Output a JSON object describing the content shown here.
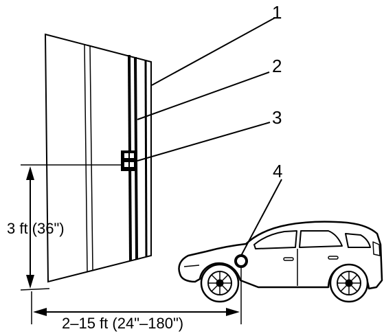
{
  "callouts": [
    "1",
    "2",
    "3",
    "4"
  ],
  "dimensions": {
    "height": "3 ft (36\")",
    "distance": "2–15 ft (24\"–180\")"
  }
}
